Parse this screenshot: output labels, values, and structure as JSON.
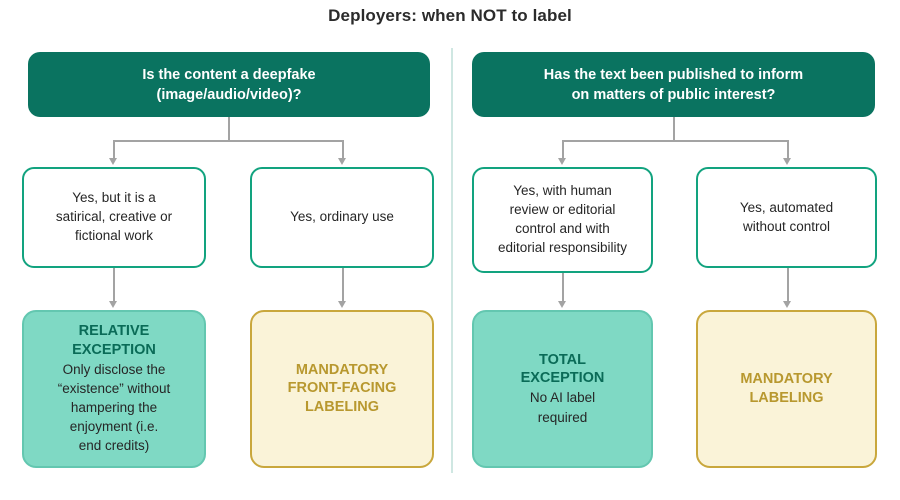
{
  "title": "Deployers: when NOT to label",
  "colors": {
    "header_green": "#0a7360",
    "answer_border": "#12a37f",
    "mint_fill": "#7fd9c4",
    "mint_border": "#63c7b0",
    "cream_fill": "#faf3d8",
    "cream_border": "#c9a73c",
    "gold_text": "#b8982f",
    "connector": "#a3a3a3",
    "divider": "#cfe7e2"
  },
  "branches": [
    {
      "question": "Is the content a deepfake (image/audio/video)?",
      "question_lines": [
        "Is the content a deepfake",
        "(image/audio/video)?"
      ],
      "answers": [
        {
          "text": "Yes, but it is a satirical, creative or fictional work",
          "lines": [
            "Yes, but it is a",
            "satirical, creative or",
            "fictional work"
          ],
          "outcome": {
            "style": "mint",
            "title": "RELATIVE EXCEPTION",
            "title_lines": [
              "RELATIVE",
              "EXCEPTION"
            ],
            "body": "Only disclose the “existence” without hampering the enjoyment (i.e. end credits)",
            "body_lines": [
              "Only disclose the",
              "“existence” without",
              "hampering the",
              "enjoyment (i.e.",
              "end credits)"
            ]
          }
        },
        {
          "text": "Yes, ordinary use",
          "lines": [
            "Yes, ordinary use"
          ],
          "outcome": {
            "style": "cream",
            "title": "MANDATORY FRONT-FACING LABELING",
            "title_lines": [
              "MANDATORY",
              "FRONT-FACING",
              "LABELING"
            ],
            "body": "",
            "body_lines": []
          }
        }
      ]
    },
    {
      "question": "Has the text been published to inform on matters of public interest?",
      "question_lines": [
        "Has the text been published to inform",
        "on matters of public interest?"
      ],
      "answers": [
        {
          "text": "Yes, with human review or editorial control and with editorial responsibility",
          "lines": [
            "Yes, with human",
            "review or editorial",
            "control and with",
            "editorial responsibility"
          ],
          "outcome": {
            "style": "mint",
            "title": "TOTAL EXCEPTION",
            "title_lines": [
              "TOTAL",
              "EXCEPTION"
            ],
            "body": "No AI label required",
            "body_lines": [
              "No AI label",
              "required"
            ]
          }
        },
        {
          "text": "Yes, automated without control",
          "lines": [
            "Yes, automated",
            "without control"
          ],
          "outcome": {
            "style": "cream",
            "title": "MANDATORY LABELING",
            "title_lines": [
              "MANDATORY",
              "LABELING"
            ],
            "body": "",
            "body_lines": []
          }
        }
      ]
    }
  ]
}
